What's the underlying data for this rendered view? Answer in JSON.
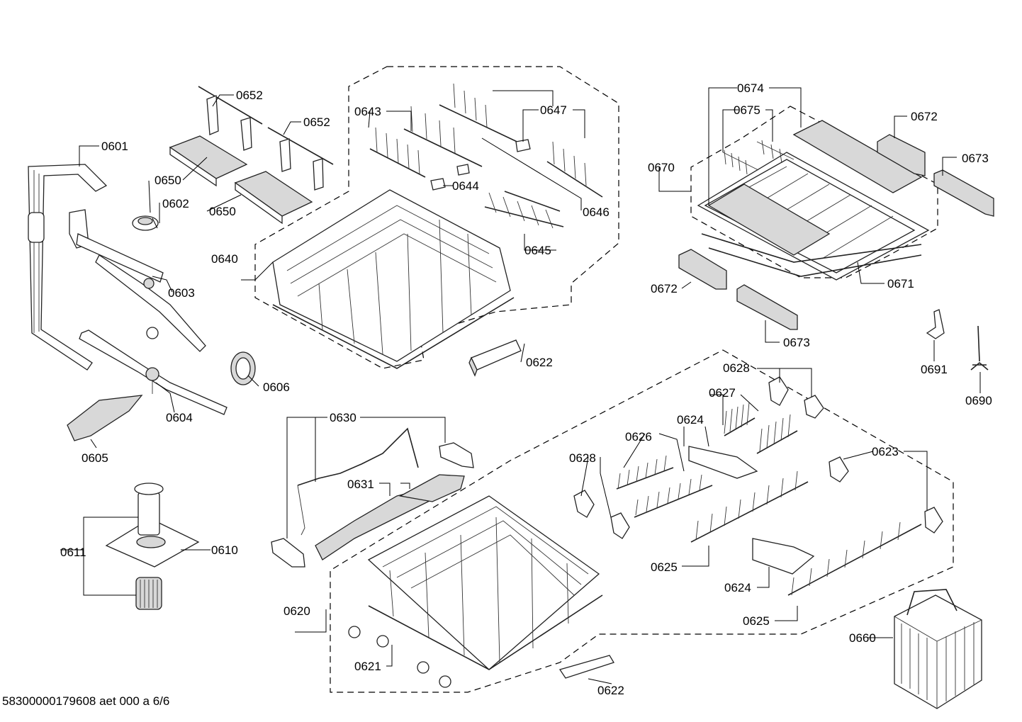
{
  "footer_code": "58300000179608 aet 000 a 6/6",
  "callouts": {
    "c0601": "0601",
    "c0602": "0602",
    "c0603": "0603",
    "c0604": "0604",
    "c0605": "0605",
    "c0606": "0606",
    "c0610": "0610",
    "c0611": "0611",
    "c0620": "0620",
    "c0621": "0621",
    "c0622a": "0622",
    "c0622b": "0622",
    "c0623": "0623",
    "c0624a": "0624",
    "c0624b": "0624",
    "c0625a": "0625",
    "c0625b": "0625",
    "c0626": "0626",
    "c0627": "0627",
    "c0628a": "0628",
    "c0628b": "0628",
    "c0630": "0630",
    "c0631": "0631",
    "c0640": "0640",
    "c0643": "0643",
    "c0644": "0644",
    "c0645": "0645",
    "c0646": "0646",
    "c0647": "0647",
    "c0650a": "0650",
    "c0650b": "0650",
    "c0652a": "0652",
    "c0652b": "0652",
    "c0660": "0660",
    "c0670": "0670",
    "c0671": "0671",
    "c0672a": "0672",
    "c0672b": "0672",
    "c0673a": "0673",
    "c0673b": "0673",
    "c0674": "0674",
    "c0675": "0675",
    "c0690": "0690",
    "c0691": "0691"
  }
}
